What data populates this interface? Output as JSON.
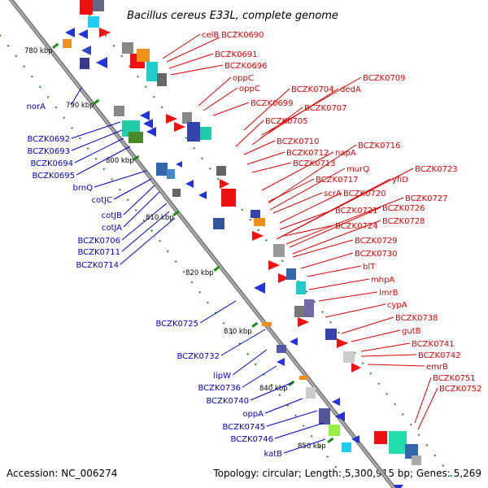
{
  "title": "Bacillus cereus E33L, complete genome",
  "footer": {
    "accession": "Accession: NC_006274",
    "stats": "Topology: circular; Length: 5,300,915 bp; Genes: 5,269"
  },
  "colors": {
    "reverse_label": "#0000cc",
    "forward_label": "#dd0000",
    "backbone": "#888888",
    "tick": "#1a8c1a"
  },
  "ruler": [
    "780 kbp",
    "790 kbp",
    "800 kbp",
    "810 kbp",
    "820 kbp",
    "830 kbp",
    "840 kbp",
    "850 kbp"
  ],
  "left_labels": [
    "norA",
    "BCZK0692",
    "BCZK0693",
    "BCZK0694",
    "BCZK0695",
    "brnQ",
    "cotJC",
    "cotJB",
    "cotJA",
    "BCZK0706",
    "BCZK0711",
    "BCZK0714",
    "BCZK0725",
    "BCZK0732",
    "lipW",
    "BCZK0736",
    "BCZK0740",
    "oppA",
    "BCZK0745",
    "BCZK0746",
    "katB"
  ],
  "right_labels": [
    "celB",
    "BCZK0690",
    "BCZK0691",
    "BCZK0696",
    "oppC",
    "oppC",
    "BCZK0704",
    "dedA",
    "BCZK0709",
    "BCZK0699",
    "BCZK0707",
    "BCZK0705",
    "BCZK0710",
    "BCZK0716",
    "BCZK0712",
    "napA",
    "BCZK0713",
    "murQ",
    "BCZK0723",
    "BCZK0717",
    "yfiD",
    "scrA",
    "BCZK0720",
    "BCZK0727",
    "BCZK0721",
    "BCZK0726",
    "BCZK0724",
    "BCZK0728",
    "BCZK0729",
    "BCZK0730",
    "blT",
    "mhpA",
    "lmrB",
    "cypA",
    "BCZK0738",
    "gutB",
    "BCZK0741",
    "BCZK0742",
    "emrB",
    "BCZK0751",
    "BCZK0752"
  ]
}
